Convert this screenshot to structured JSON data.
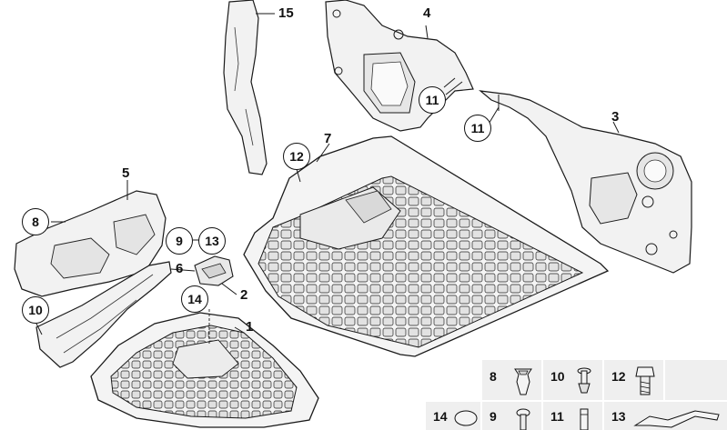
{
  "callouts": {
    "c15": "15",
    "c4": "4",
    "c11a": "11",
    "c11b": "11",
    "c3": "3",
    "c12": "12",
    "c7": "7",
    "c5": "5",
    "c8": "8",
    "c9": "9",
    "c13": "13",
    "c6": "6",
    "c10": "10",
    "c14": "14",
    "c2": "2",
    "c1": "1"
  },
  "legend": {
    "items": [
      "8",
      "10",
      "12",
      "14",
      "9",
      "11",
      "13"
    ]
  },
  "colors": {
    "line": "#1a1a1a",
    "fill": "#f4f4f4",
    "shade": "#d9d9d9",
    "legend_bg": "#efefef"
  }
}
